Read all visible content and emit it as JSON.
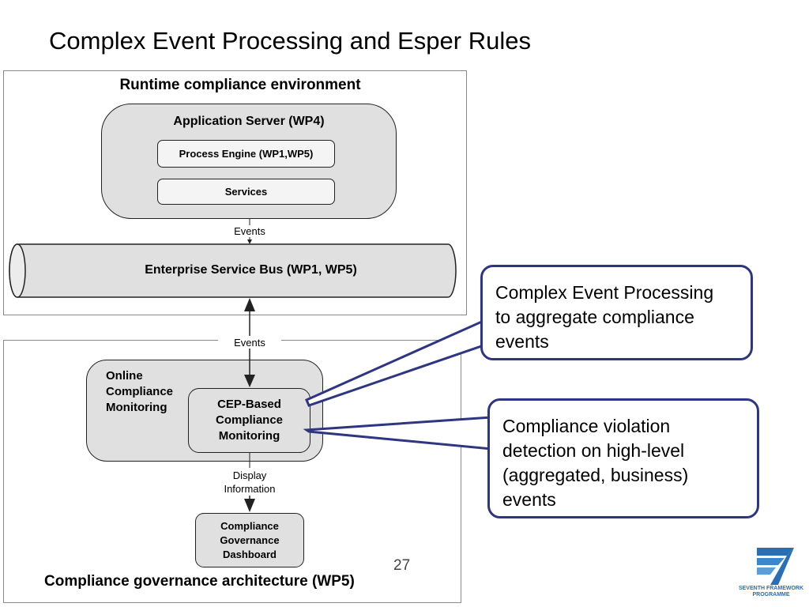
{
  "slide": {
    "title": "Complex Event Processing and Esper Rules",
    "page_number": "27"
  },
  "runtime": {
    "title": "Runtime compliance environment",
    "app_server": "Application Server (WP4)",
    "process_engine": "Process Engine (WP1,WP5)",
    "services": "Services",
    "events_label": "Events",
    "esb": "Enterprise Service Bus (WP1, WP5)"
  },
  "governance": {
    "events_label": "Events",
    "online_monitoring": [
      "Online",
      "Compliance",
      "Monitoring"
    ],
    "cep_monitoring": [
      "CEP-Based",
      "Compliance",
      "Monitoring"
    ],
    "display_info": [
      "Display",
      "Information"
    ],
    "dashboard": [
      "Compliance",
      "Governance",
      "Dashboard"
    ],
    "title": "Compliance governance architecture (WP5)"
  },
  "callouts": {
    "cep": [
      "Complex Event Processing",
      "to aggregate compliance",
      "events"
    ],
    "violation": [
      "Compliance violation",
      "detection on high-level",
      "(aggregated, business)",
      "events"
    ]
  },
  "logo": {
    "text": [
      "SEVENTH FRAMEWORK",
      "PROGRAMME"
    ],
    "color": "#2a6fb5"
  },
  "colors": {
    "callout_border": "#2e3582",
    "box_fill": "#e0e0e0"
  }
}
